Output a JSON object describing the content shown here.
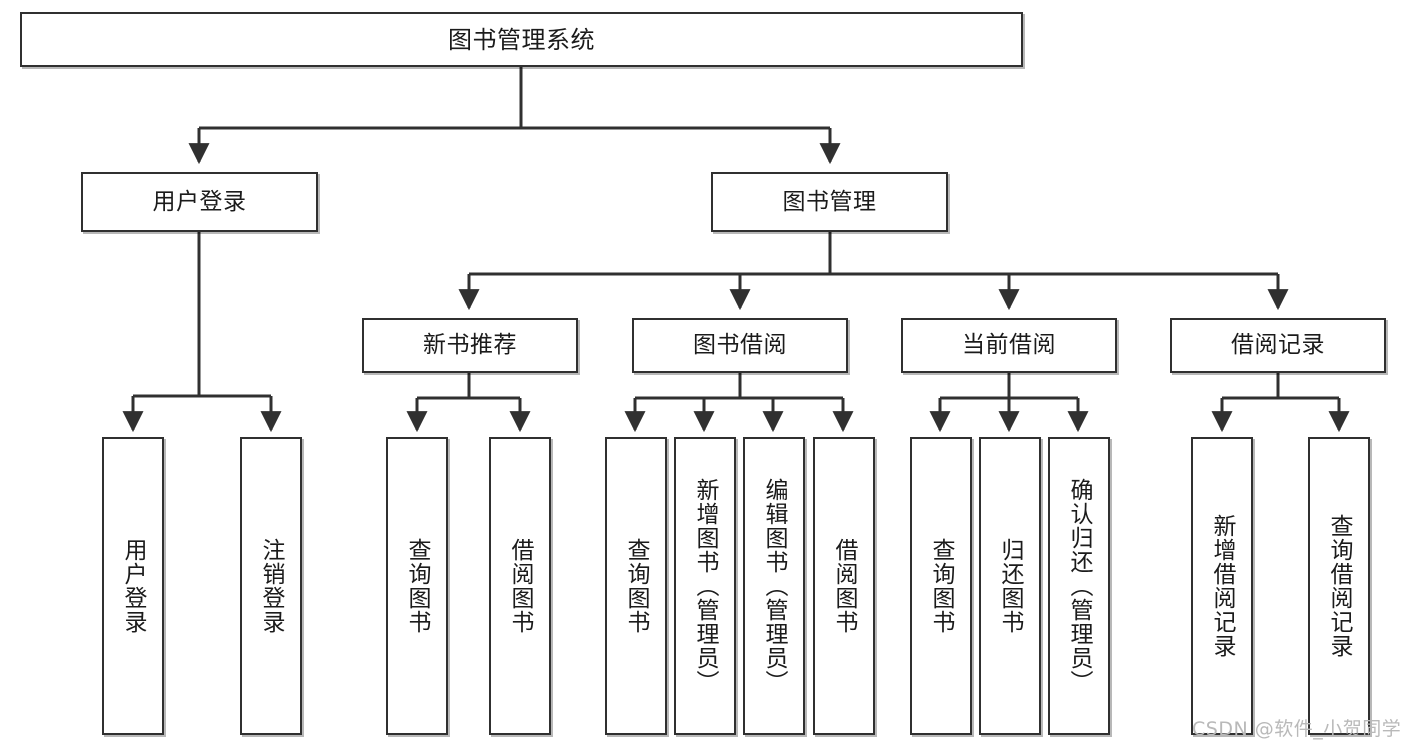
{
  "diagram": {
    "title": "图书管理系统",
    "type": "tree-hierarchy-diagram",
    "stroke_color": "#303030",
    "fill_color": "#ffffff",
    "text_color": "#1b1b1b"
  },
  "root": {
    "label": "图书管理系统"
  },
  "level2": [
    {
      "label": "用户登录"
    },
    {
      "label": "图书管理"
    }
  ],
  "level3": [
    {
      "label": "新书推荐"
    },
    {
      "label": "图书借阅"
    },
    {
      "label": "当前借阅"
    },
    {
      "label": "借阅记录"
    }
  ],
  "leaves": {
    "user_login": [
      {
        "label": "用户登录"
      },
      {
        "label": "注销登录"
      }
    ],
    "new_book_recommend": [
      {
        "label": "查询图书"
      },
      {
        "label": "借阅图书"
      }
    ],
    "book_borrow": [
      {
        "label": "查询图书"
      },
      {
        "label": "新增图书（管理员）"
      },
      {
        "label": "编辑图书（管理员）"
      },
      {
        "label": "借阅图书"
      }
    ],
    "current_borrow": [
      {
        "label": "查询图书"
      },
      {
        "label": "归还图书"
      },
      {
        "label": "确认归还（管理员）"
      }
    ],
    "borrow_record": [
      {
        "label": "新增借阅记录"
      },
      {
        "label": "查询借阅记录"
      }
    ]
  },
  "watermark": {
    "text": "CSDN @软件_小贺同学",
    "color": "#b9b9b9"
  }
}
